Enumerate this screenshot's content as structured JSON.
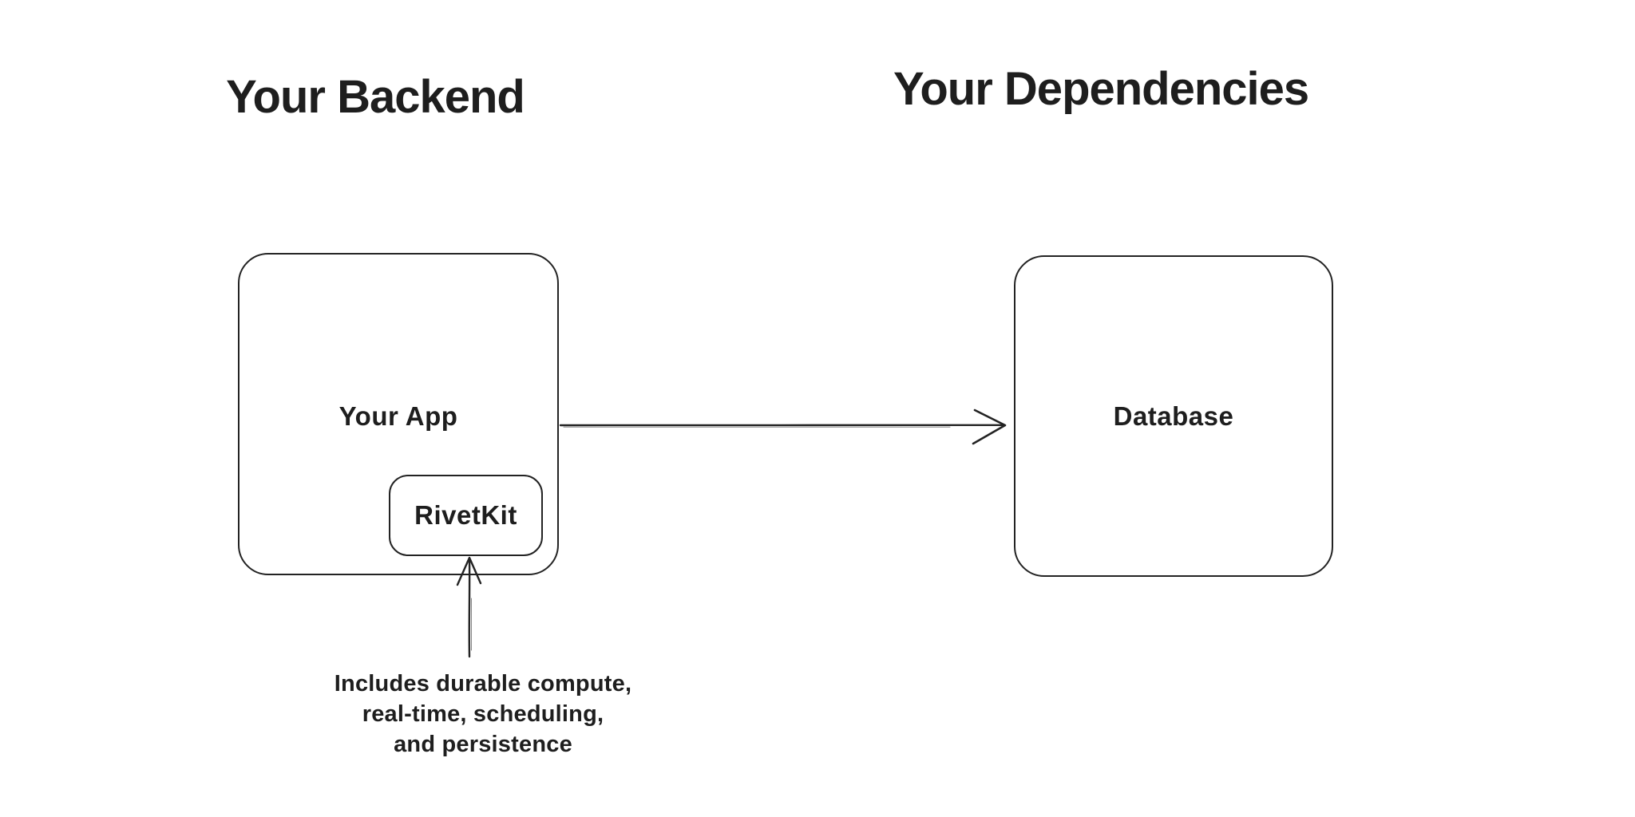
{
  "colors": {
    "background": "#ffffff",
    "stroke": "#232323",
    "text": "#1e1e1e"
  },
  "headings": {
    "left": "Your Backend",
    "right": "Your Dependencies"
  },
  "diagram": {
    "app_box": {
      "label": "Your App"
    },
    "rivetkit_box": {
      "label": "RivetKit"
    },
    "database_box": {
      "label": "Database"
    },
    "arrows": [
      {
        "name": "app-to-database",
        "direction": "right",
        "from": "Your App",
        "to": "Database"
      },
      {
        "name": "annotation-to-rivetkit",
        "direction": "up",
        "from": "annotation",
        "to": "RivetKit"
      }
    ],
    "annotation": "Includes durable compute,\nreal-time, scheduling,\nand persistence"
  }
}
